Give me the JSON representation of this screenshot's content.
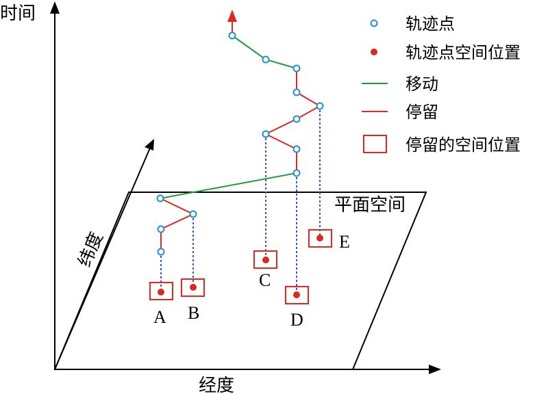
{
  "axes": {
    "time": "时间",
    "latitude": "纬度",
    "longitude": "经度"
  },
  "plane_label": "平面空间",
  "stay_labels": [
    "A",
    "B",
    "C",
    "D",
    "E"
  ],
  "legend": {
    "trajectory_point": "轨迹点",
    "point_spatial_position": "轨迹点空间位置",
    "move": "移动",
    "stay": "停留",
    "stay_spatial_position": "停留的空间位置"
  },
  "colors": {
    "axis": "#000000",
    "move": "#1a9e3a",
    "stay": "#e0261f",
    "point_stroke": "#1e8fd0",
    "projection": "#2b59c3",
    "spatial_point": "#e0261f"
  }
}
